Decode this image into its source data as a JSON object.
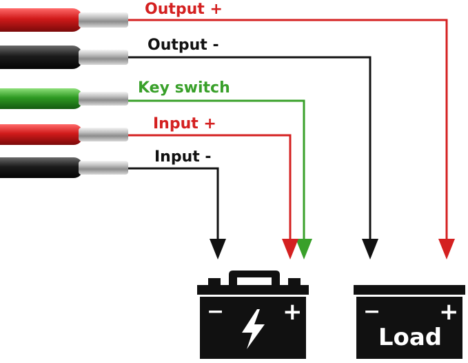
{
  "colors": {
    "red": "#d42020",
    "black": "#111111",
    "green": "#39a02a",
    "white": "#ffffff"
  },
  "wires": [
    {
      "id": "output-plus",
      "label": "Output +",
      "color": "#d42020"
    },
    {
      "id": "output-minus",
      "label": "Output -",
      "color": "#111111"
    },
    {
      "id": "key-switch",
      "label": "Key switch",
      "color": "#39a02a"
    },
    {
      "id": "input-plus",
      "label": "Input +",
      "color": "#d42020"
    },
    {
      "id": "input-minus",
      "label": "Input -",
      "color": "#111111"
    }
  ],
  "battery": {
    "icon": "battery-icon",
    "minus": "−",
    "plus": "+",
    "symbol": "lightning-bolt-icon"
  },
  "load": {
    "icon": "load-box-icon",
    "label": "Load",
    "minus": "−",
    "plus": "+"
  }
}
